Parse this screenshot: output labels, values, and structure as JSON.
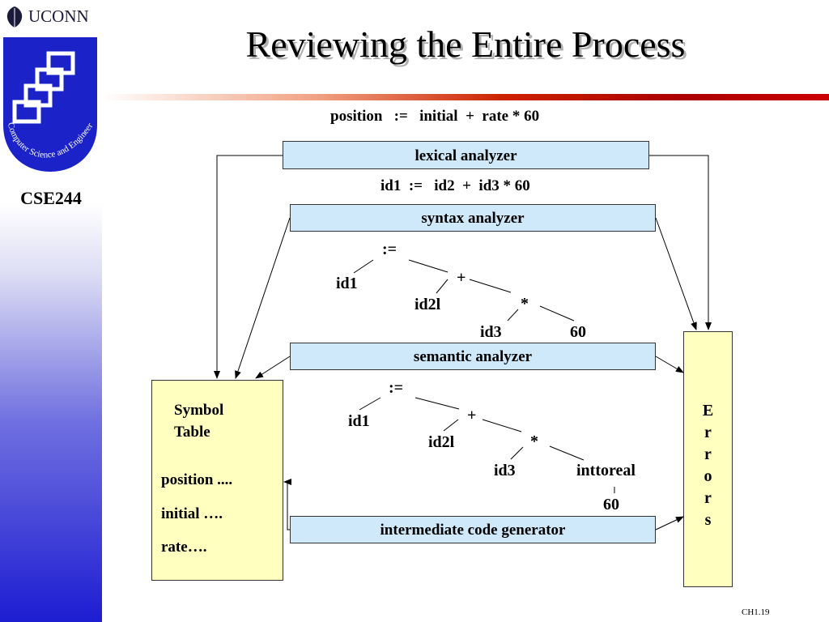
{
  "header": {
    "logo_text": "UCONN",
    "course": "CSE244",
    "seal_text": "Computer Science and Engineering",
    "title": "Reviewing the Entire Process",
    "slide_number": "CH1.19"
  },
  "colors": {
    "phase_box": "#cfe9fb",
    "table_box": "#ffffc0",
    "sidebar_blue": "#1d1dd2",
    "accent_red": "#cc0000"
  },
  "source_statement": "position   :=   initial  +  rate * 60",
  "token_stream": "id1  :=   id2  +  id3 * 60",
  "phases": {
    "lexical": "lexical analyzer",
    "syntax": "syntax analyzer",
    "semantic": "semantic analyzer",
    "intermediate": "intermediate code generator"
  },
  "syntax_tree": {
    "assign": ":=",
    "id1": "id1",
    "plus": "+",
    "id2": "id2l",
    "times": "*",
    "id3": "id3",
    "num": "60"
  },
  "semantic_tree": {
    "assign": ":=",
    "id1": "id1",
    "plus": "+",
    "id2": "id2l",
    "times": "*",
    "id3": "id3",
    "conv": "inttoreal",
    "num": "60"
  },
  "symbol_table": {
    "title_line1": "Symbol",
    "title_line2": "Table",
    "entries": [
      "position ....",
      "initial ….",
      "rate…."
    ]
  },
  "errors": {
    "letters": [
      "E",
      "r",
      "r",
      "o",
      "r",
      "s"
    ]
  }
}
